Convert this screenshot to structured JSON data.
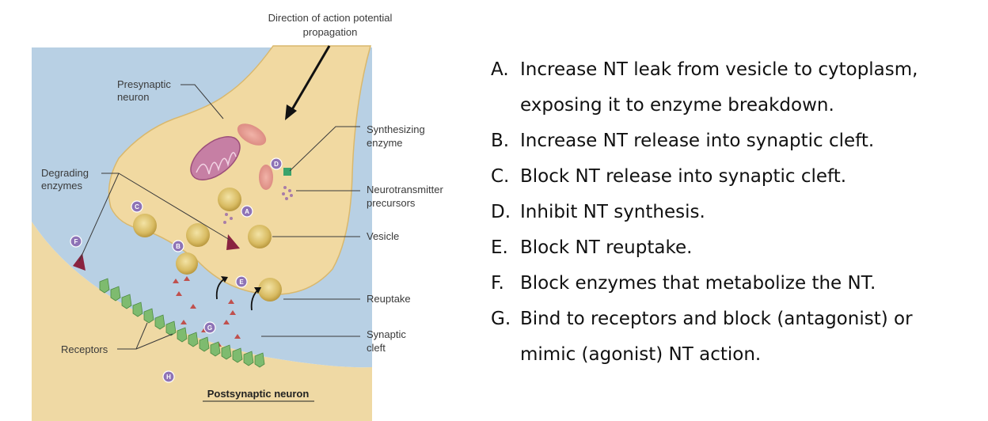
{
  "diagram": {
    "direction_label": [
      "Direction of action potential",
      "propagation"
    ],
    "presynaptic_label": [
      "Presynaptic",
      "neuron"
    ],
    "degrading_label": [
      "Degrading",
      "enzymes"
    ],
    "synthesizing_label": [
      "Synthesizing",
      "enzyme"
    ],
    "precursors_label": [
      "Neurotransmitter",
      "precursors"
    ],
    "vesicle_label": "Vesicle",
    "reuptake_label": "Reuptake",
    "cleft_label": [
      "Synaptic",
      "cleft"
    ],
    "receptors_label": "Receptors",
    "postsynaptic_label": "Postsynaptic neuron",
    "markers": [
      "A",
      "B",
      "C",
      "D",
      "E",
      "F",
      "G",
      "H"
    ]
  },
  "list": [
    {
      "letter": "A.",
      "text": "Increase NT leak from vesicle to cytoplasm, exposing it to enzyme breakdown."
    },
    {
      "letter": "B.",
      "text": "Increase NT release into synaptic cleft."
    },
    {
      "letter": "C.",
      "text": "Block NT release into synaptic cleft."
    },
    {
      "letter": "D.",
      "text": "Inhibit NT synthesis."
    },
    {
      "letter": "E.",
      "text": "Block NT reuptake."
    },
    {
      "letter": "F.",
      "text": "Block enzymes that metabolize the NT."
    },
    {
      "letter": "G.",
      "text": "Bind to receptors and block (antagonist) or mimic (agonist) NT action."
    }
  ]
}
